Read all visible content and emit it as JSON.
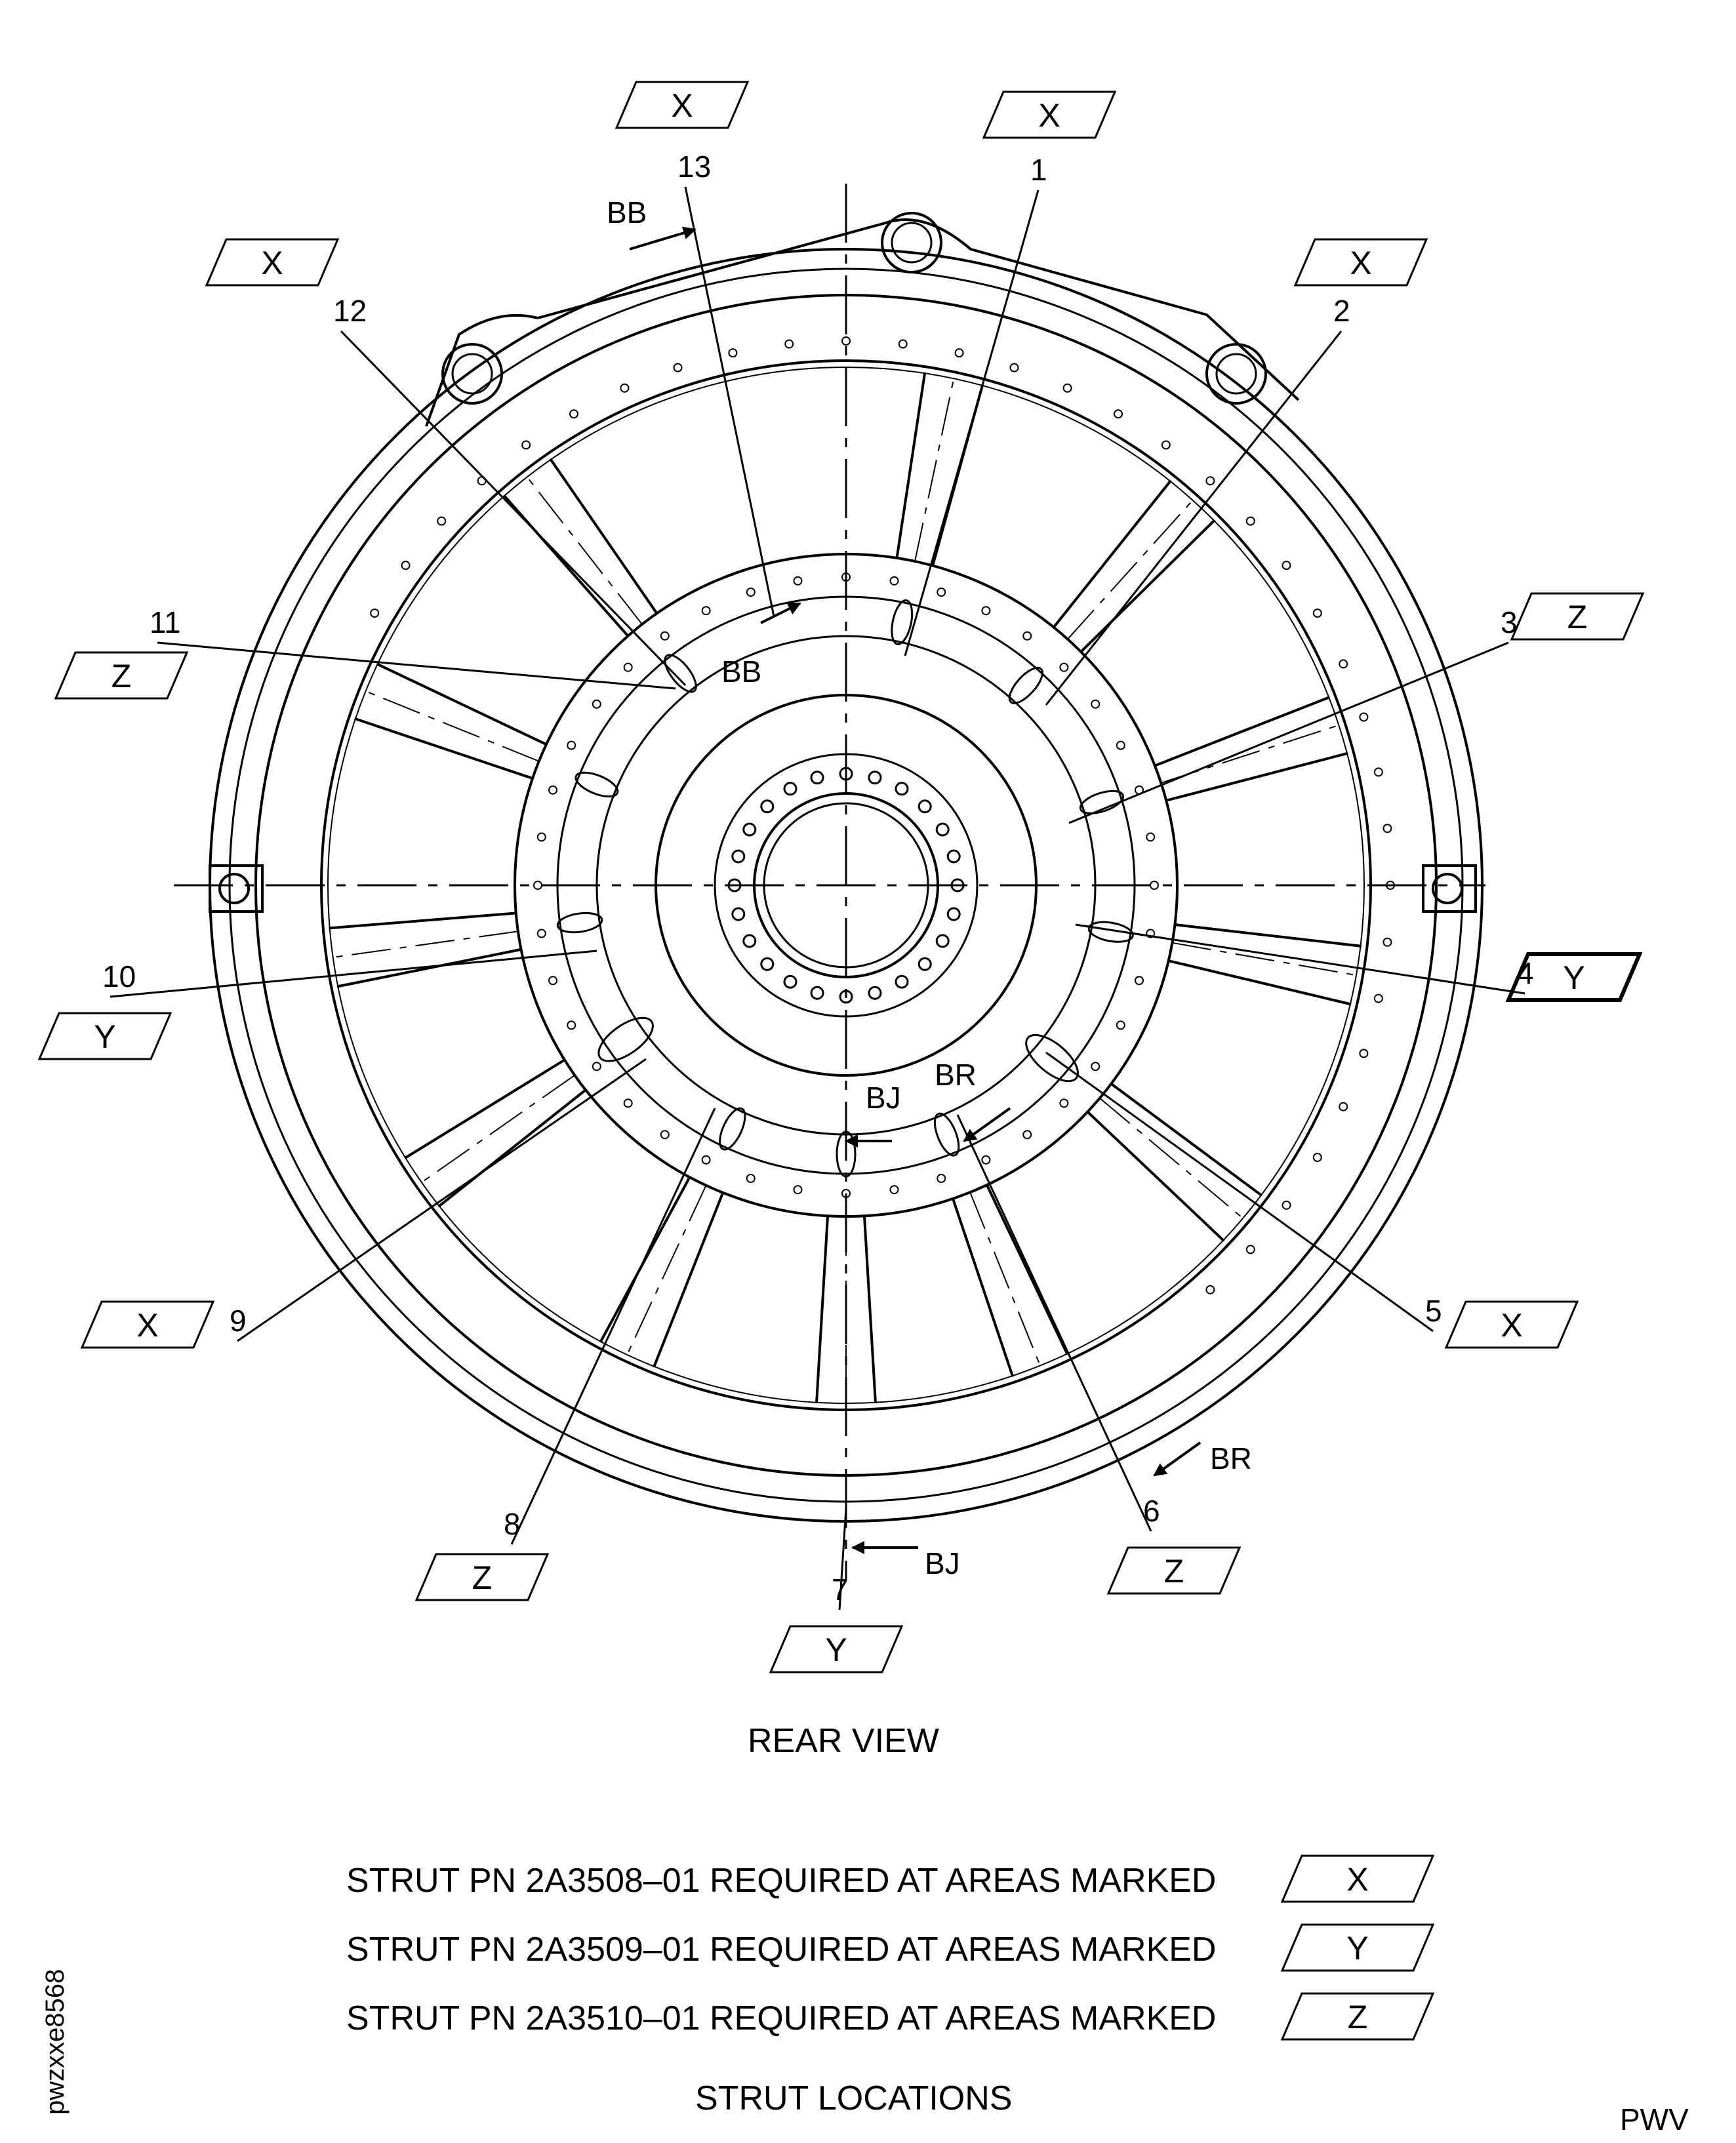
{
  "areas": {
    "x_letter": "X",
    "y_letter": "Y",
    "z_letter": "Z"
  },
  "struts": [
    "1",
    "2",
    "3",
    "4",
    "5",
    "6",
    "7",
    "8",
    "9",
    "10",
    "11",
    "12",
    "13"
  ],
  "view_refs": {
    "bb": "BB",
    "bj": "BJ",
    "br": "BR"
  },
  "view_title": "REAR VIEW",
  "legend": {
    "x_text": "STRUT PN 2A3508–01 REQUIRED AT AREAS MARKED",
    "y_text": "STRUT PN 2A3509–01 REQUIRED AT AREAS MARKED",
    "z_text": "STRUT PN 2A3510–01 REQUIRED AT AREAS MARKED"
  },
  "figure_title": "STRUT LOCATIONS",
  "figure_id": "pwzxxe8568",
  "footer_code": "PWV"
}
